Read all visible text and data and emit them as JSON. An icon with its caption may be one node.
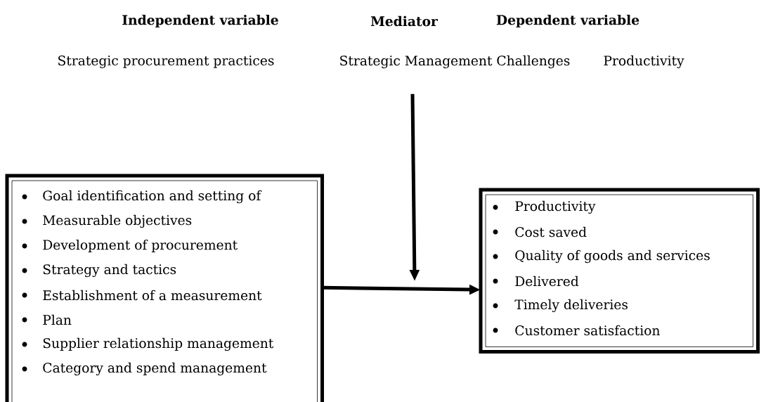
{
  "diagram": {
    "nodes": [
      {
        "text": [
          "Strategic Management Challenges"
        ]
      },
      {
        "text": [
          "Goal identification and setting of",
          "Measurable objectives",
          "Development of procurement",
          "Strategy and tactics",
          "Establishment of a measurement",
          "Plan",
          "Supplier relationship management",
          "Category and spend management"
        ]
      },
      {
        "text": [
          "Productivity",
          "Cost saved",
          "Quality of goods and services",
          "Delivered",
          "Timely deliveries",
          "Customer satisfaction"
        ]
      }
    ],
    "edges": [
      {
        "from": 1,
        "to": 2,
        "arrow": "to"
      },
      {
        "from": 0,
        "to": null,
        "arrow": "to"
      }
    ],
    "labels": [
      "Independent variable",
      "Mediator",
      "Dependent variable",
      "Strategic procurement practices",
      "Productivity"
    ]
  }
}
